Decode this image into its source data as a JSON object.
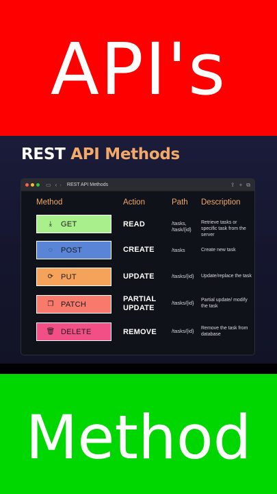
{
  "top_banner": {
    "text": "API's",
    "color": "#ff0000"
  },
  "heading": {
    "part1": "REST",
    "part2": "API Methods"
  },
  "window": {
    "title": "REST API Methods",
    "controls": [
      "sidebar-icon",
      "chevron-left-icon",
      "chevron-right-icon"
    ],
    "right_icons": [
      "share-icon",
      "plus-icon",
      "copy-icon"
    ]
  },
  "table": {
    "headers": {
      "method": "Method",
      "action": "Action",
      "path": "Path",
      "description": "Description"
    },
    "rows": [
      {
        "method": "GET",
        "icon": "download-icon",
        "color": "#a9ef8c",
        "action": "READ",
        "path": "/tasks,\n/task/{id}",
        "description": "Retrieve tasks or specific task from the server"
      },
      {
        "method": "POST",
        "icon": "mouse-icon",
        "color": "#5a84d6",
        "action": "CREATE",
        "path": "/tasks",
        "description": "Create new task"
      },
      {
        "method": "PUT",
        "icon": "refresh-icon",
        "color": "#f5a35a",
        "action": "UPDATE",
        "path": "/tasks/{id}",
        "description": "Update/replace the task"
      },
      {
        "method": "PATCH",
        "icon": "patch-icon",
        "color": "#f77a6c",
        "action": "PARTIAL\nUPDATE",
        "path": "/tasks/{id}",
        "description": "Partial update/ modify the task"
      },
      {
        "method": "DELETE",
        "icon": "trash-icon",
        "color": "#f24f86",
        "action": "REMOVE",
        "path": "/tasks/{id}",
        "description": "Remove the task from database"
      }
    ]
  },
  "bottom_banner": {
    "text": "Method",
    "color": "#00d600"
  }
}
